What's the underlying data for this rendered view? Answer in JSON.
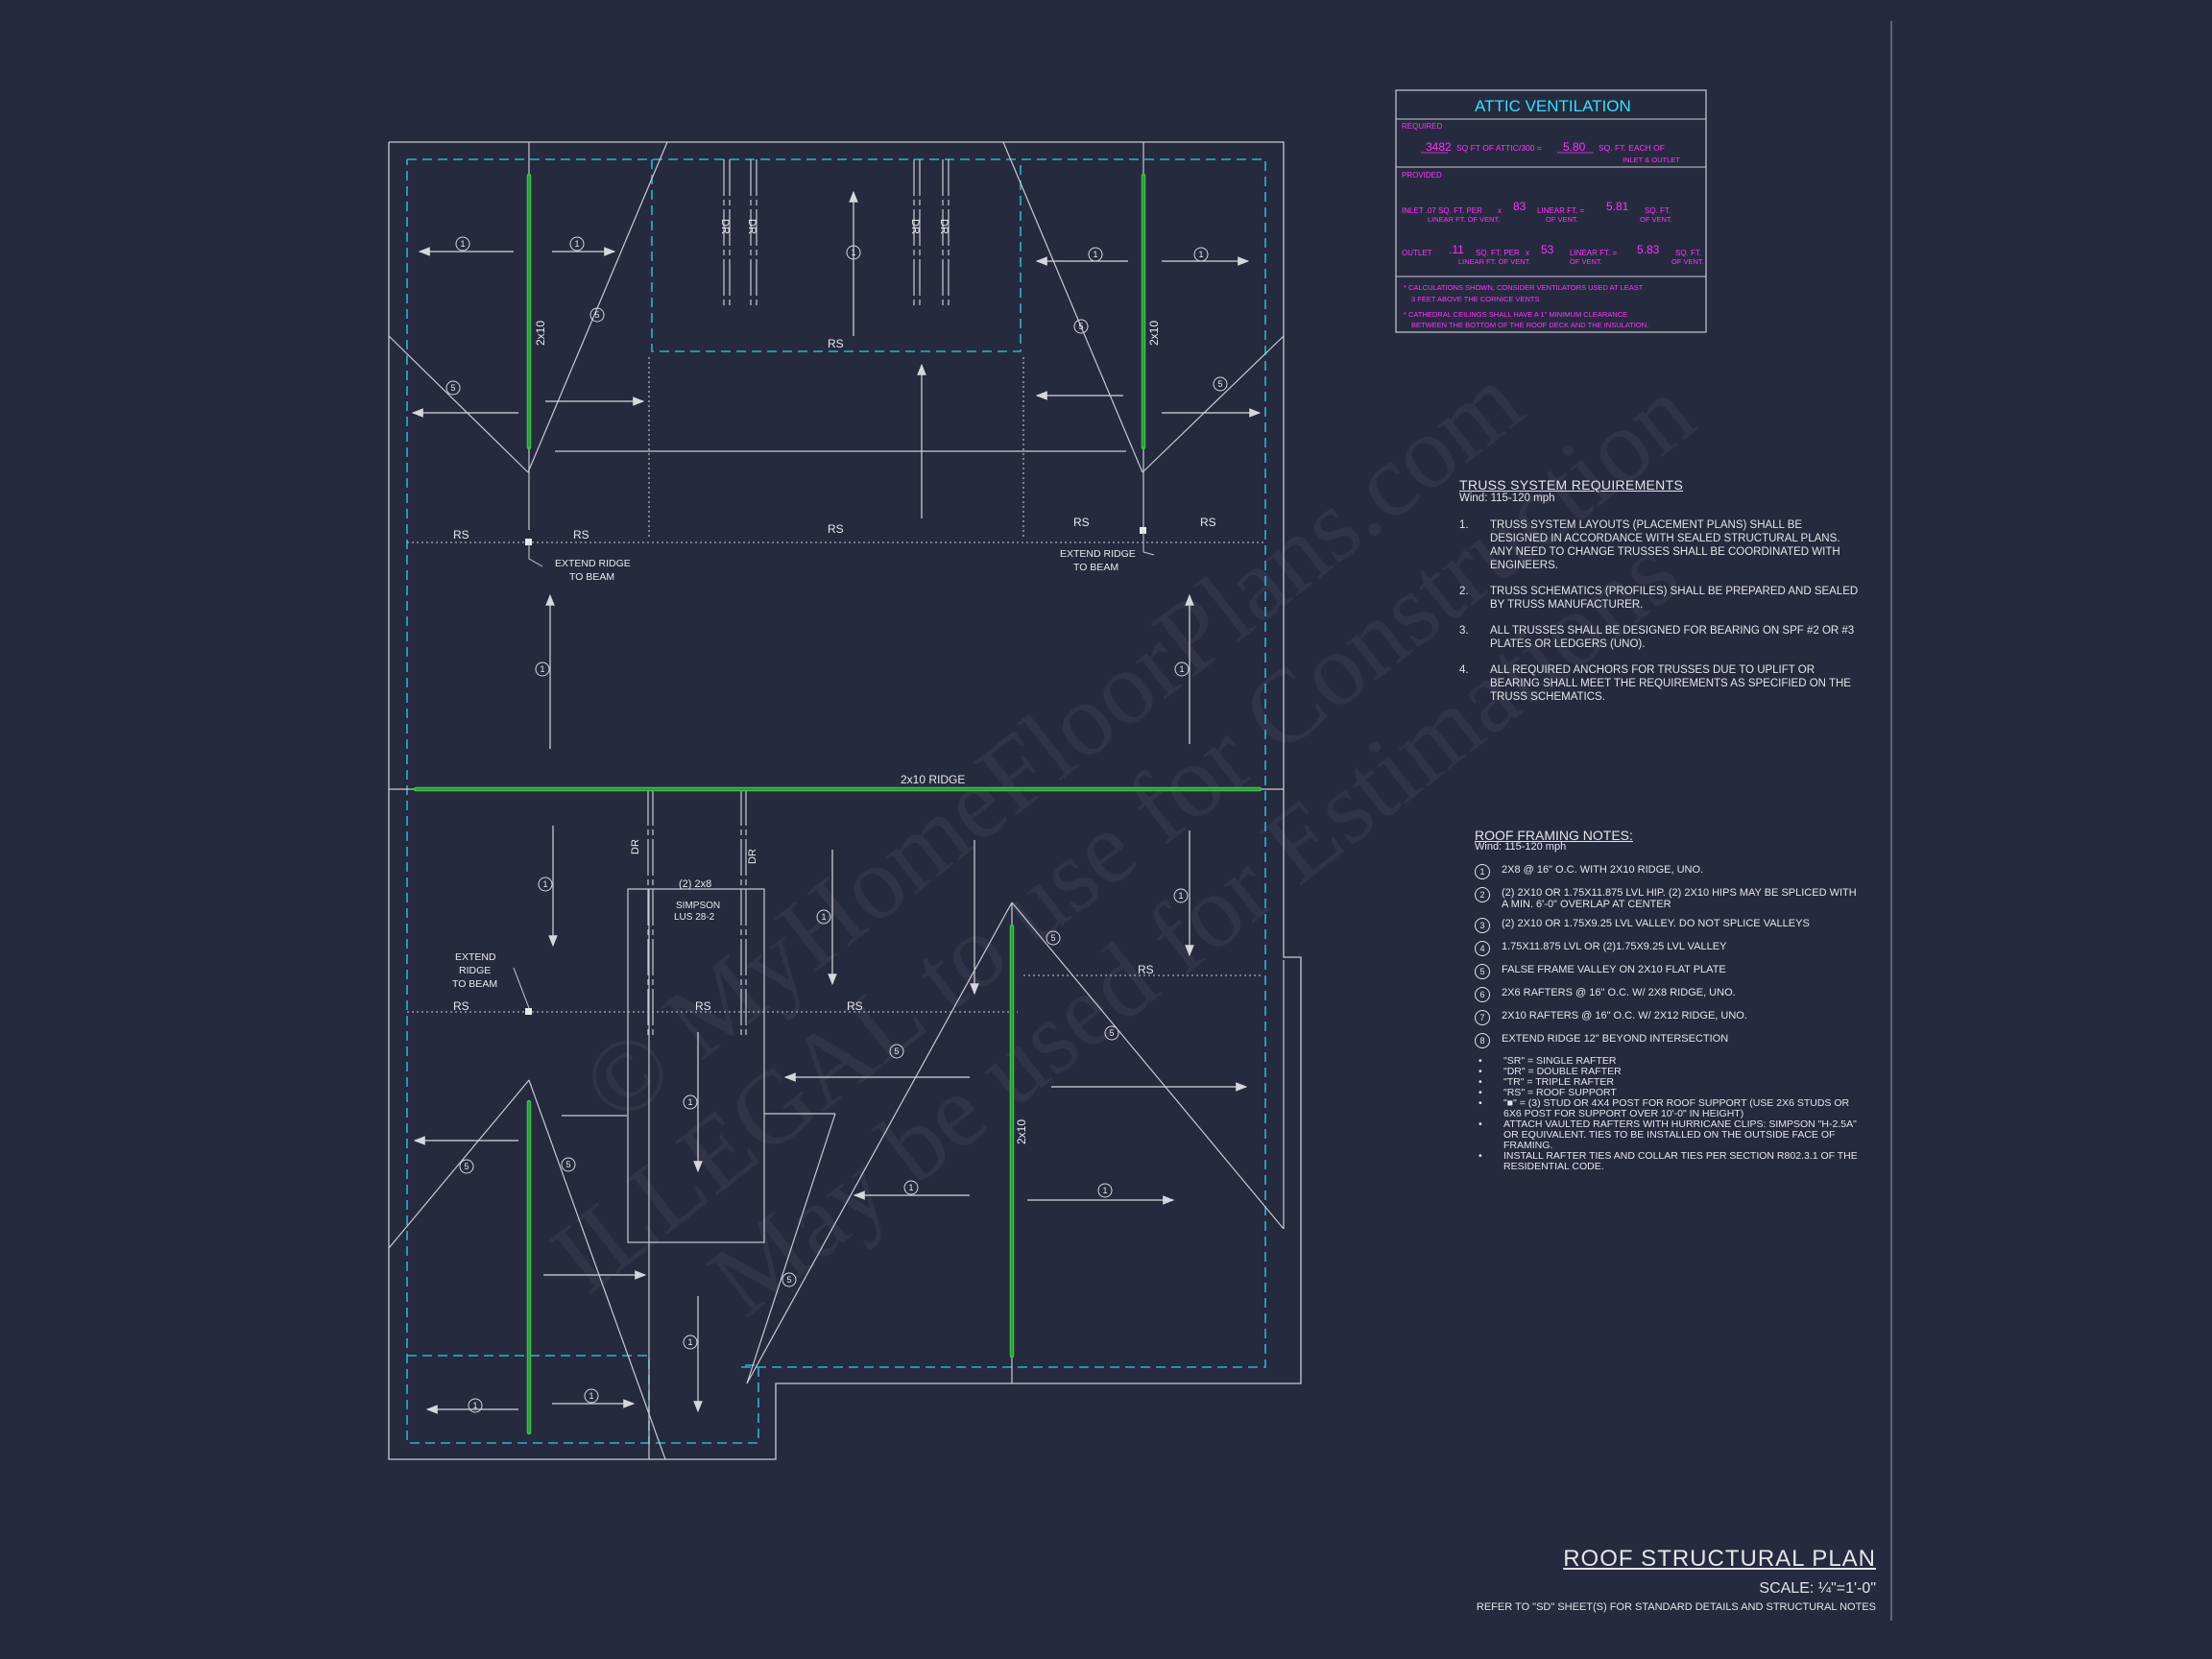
{
  "plan": {
    "member_labels": {
      "ridge": "2x10 RIDGE",
      "tl_2x10": "2x10",
      "tr_2x10": "2x10",
      "bm_2x10": "2x10",
      "rs": "RS",
      "dr": "DR",
      "simpson_a": "(2) 2x8",
      "simpson_b": "SIMPSON",
      "simpson_c": "LUS 28-2"
    },
    "extend_ridge": {
      "left_a": "EXTEND RIDGE",
      "left_b": "TO BEAM",
      "right_a": "EXTEND RIDGE",
      "right_b": "TO BEAM",
      "low_a": "EXTEND",
      "low_b": "RIDGE",
      "low_c": "TO BEAM"
    },
    "callout_1": "1",
    "callout_5": "5"
  },
  "attic_ventilation": {
    "title": "ATTIC VENTILATION",
    "required_label": "REQUIRED",
    "req_sqft": "3482",
    "req_text": "SQ FT OF ATTIC/300 =",
    "req_result": "5.80",
    "req_unit_a": "SQ. FT. EACH OF",
    "req_unit_b": "INLET & OUTLET",
    "provided_label": "PROVIDED",
    "inlet_a": "INLET .07 SQ. FT. PER",
    "inlet_b": "LINEAR FT. OF VENT.",
    "inlet_x": "x",
    "inlet_ft": "83",
    "inlet_ft_a": "LINEAR FT. =",
    "inlet_ft_b": "OF VENT.",
    "inlet_res": "5.81",
    "inlet_res_a": "SQ. FT.",
    "inlet_res_b": "OF VENT.",
    "outlet_a": "OUTLET",
    "outlet_val": ".11",
    "outlet_b": "SQ. FT. PER",
    "outlet_c": "LINEAR FT. OF VENT.",
    "outlet_x": "x",
    "outlet_ft": "53",
    "outlet_ft_a": "LINEAR FT. =",
    "outlet_ft_b": "OF VENT.",
    "outlet_res": "5.83",
    "outlet_res_a": "SQ. FT.",
    "outlet_res_b": "OF VENT.",
    "note1a": "* CALCULATIONS SHOWN, CONSIDER VENTILATORS USED AT LEAST",
    "note1b": "3 FEET ABOVE THE CORNICE VENTS",
    "note2a": "* CATHEDRAL CEILINGS SHALL HAVE A 1\" MINIMUM CLEARANCE",
    "note2b": "BETWEEN THE BOTTOM OF THE ROOF DECK AND THE INSULATION."
  },
  "truss": {
    "heading": "TRUSS SYSTEM REQUIREMENTS",
    "wind": "Wind: 115-120 mph",
    "items": [
      {
        "n": "1.",
        "text": "TRUSS SYSTEM LAYOUTS (PLACEMENT PLANS) SHALL BE DESIGNED IN ACCORDANCE WITH SEALED STRUCTURAL PLANS. ANY NEED TO CHANGE TRUSSES SHALL BE COORDINATED WITH ENGINEERS."
      },
      {
        "n": "2.",
        "text": "TRUSS SCHEMATICS (PROFILES) SHALL BE PREPARED AND SEALED BY TRUSS MANUFACTURER."
      },
      {
        "n": "3.",
        "text": "ALL TRUSSES SHALL BE DESIGNED FOR BEARING ON SPF #2 OR #3 PLATES OR LEDGERS (UNO)."
      },
      {
        "n": "4.",
        "text": "ALL REQUIRED ANCHORS FOR TRUSSES DUE TO UPLIFT OR BEARING SHALL MEET THE REQUIREMENTS AS SPECIFIED ON THE TRUSS SCHEMATICS."
      }
    ]
  },
  "framing": {
    "heading": "ROOF FRAMING NOTES:",
    "wind": "Wind: 115-120 mph",
    "notes": [
      {
        "n": "1",
        "text": "2x8 @ 16\" O.C. WITH 2x10 RIDGE, UNO."
      },
      {
        "n": "2",
        "text": "(2) 2x10 OR 1.75x11.875 LVL HIP. (2) 2x10 HIPS MAY BE SPLICED WITH A MIN. 6'-0\" OVERLAP AT CENTER"
      },
      {
        "n": "3",
        "text": "(2) 2x10 OR 1.75x9.25 LVL VALLEY. DO NOT SPLICE VALLEYS"
      },
      {
        "n": "4",
        "text": "1.75x11.875 LVL OR (2)1.75x9.25 LVL VALLEY"
      },
      {
        "n": "5",
        "text": "FALSE FRAME VALLEY ON 2x10 FLAT PLATE"
      },
      {
        "n": "6",
        "text": "2x6 RAFTERS @ 16\" O.C. W/ 2x8 RIDGE, UNO."
      },
      {
        "n": "7",
        "text": "2x10 RAFTERS @ 16\" O.C. W/ 2x12 RIDGE, UNO."
      },
      {
        "n": "8",
        "text": "EXTEND RIDGE 12\" BEYOND INTERSECTION"
      }
    ],
    "bullets": [
      "\"SR\" = SINGLE RAFTER",
      "\"DR\" = DOUBLE RAFTER",
      "\"TR\" = TRIPLE RAFTER",
      "\"RS\" = ROOF SUPPORT",
      "\"■\" = (3) STUD OR 4x4 POST FOR ROOF SUPPORT (USE 2X6 STUDS OR 6X6 POST FOR SUPPORT OVER 10'-0\" IN HEIGHT)",
      "ATTACH VAULTED RAFTERS WITH HURRICANE CLIPS: SIMPSON \"H-2.5A\" OR EQUIVALENT. TIES TO BE INSTALLED ON THE OUTSIDE FACE OF FRAMING.",
      "INSTALL RAFTER TIES AND COLLAR TIES PER SECTION R802.3.1 OF THE RESIDENTIAL CODE."
    ],
    "bullet_glyph": "•"
  },
  "title_block": {
    "title": "ROOF STRUCTURAL PLAN",
    "scale": "SCALE: ¼\"=1'-0\"",
    "ref": "REFER TO \"SD\" SHEET(S) FOR STANDARD DETAILS AND STRUCTURAL NOTES"
  },
  "watermark": {
    "line1": "© MyHomeFloorPlans.com",
    "line2": "ILLEGAL to use for Construction",
    "line3": "May be used for Estimations"
  },
  "colors": {
    "background": "#262a3f",
    "linework": "#c9c9d4",
    "dashed_outline": "#2fb3c2",
    "ridge_green": "#3dbf4a",
    "magenta_text": "#ff33ff",
    "vent_title": "#33e0ff"
  }
}
